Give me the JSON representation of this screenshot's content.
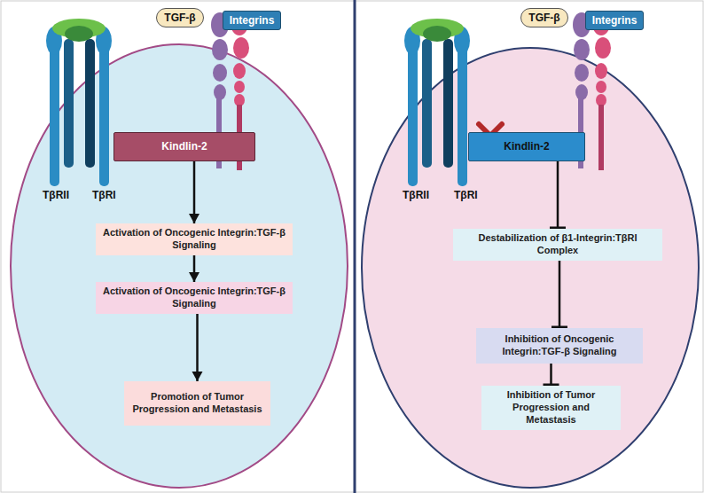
{
  "diagram": {
    "nodes": [
      {
        "text": [
          "TGF-β"
        ]
      },
      {
        "text": [
          "Integrins"
        ]
      },
      {
        "text": [
          "Kindlin-2"
        ]
      },
      {
        "text": [
          "Activation of Oncogenic Integrin:TGF-β Signaling"
        ]
      },
      {
        "text": [
          "Activation of Oncogenic Integrin:TGF-β Signaling"
        ]
      },
      {
        "text": [
          "Promotion of Tumor Progression and Metastasis"
        ]
      },
      {
        "text": [
          "TGF-β"
        ]
      },
      {
        "text": [
          "Integrins"
        ]
      },
      {
        "text": [
          "Kindlin-2"
        ]
      },
      {
        "text": [
          "Destabilization of β1-Integrin:TβRI Complex"
        ]
      },
      {
        "text": [
          "Inhibition of Oncogenic Integrin:TGF-β Signaling"
        ]
      },
      {
        "text": [
          "Inhibition of Tumor Progression and Metastasis"
        ]
      }
    ],
    "edges": [
      {
        "from": 2,
        "to": 3,
        "arrow": "to"
      },
      {
        "from": 3,
        "to": 4,
        "arrow": "to"
      },
      {
        "from": 4,
        "to": 5,
        "arrow": "to"
      },
      {
        "from": 8,
        "to": 9,
        "arrow": "to"
      },
      {
        "from": 9,
        "to": 10,
        "arrow": "to"
      },
      {
        "from": 10,
        "to": 11,
        "arrow": "to"
      }
    ],
    "labels": [
      "TβRII",
      "TβRI",
      "TβRII",
      "TβRI"
    ]
  }
}
